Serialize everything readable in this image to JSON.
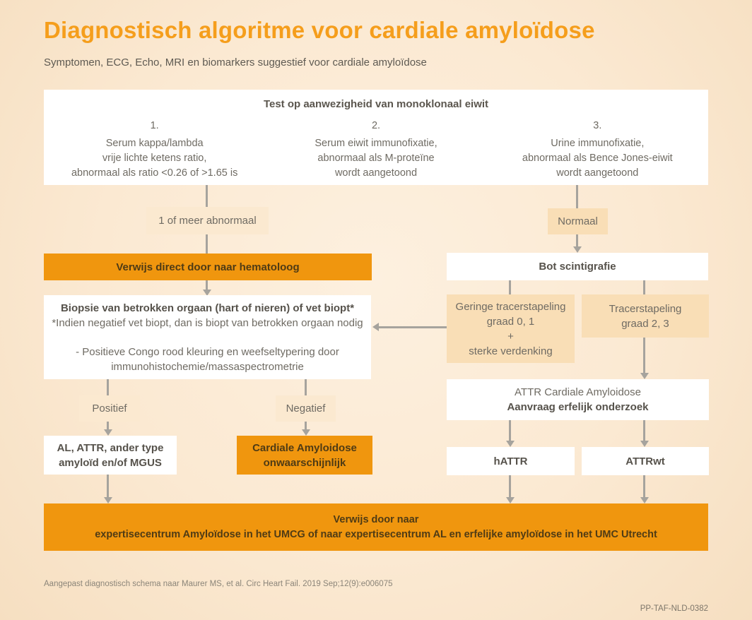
{
  "page": {
    "title": "Diagnostisch algoritme voor cardiale amyloïdose",
    "subtitle": "Symptomen, ECG, Echo, MRI en biomarkers suggestief voor cardiale amyloïdose",
    "footer": "Aangepast diagnostisch schema naar Maurer MS, et al. Circ Heart Fail. 2019 Sep;12(9):e006075",
    "code": "PP-TAF-NLD-0382"
  },
  "colors": {
    "title_orange": "#f59e1c",
    "box_orange": "#f0960e",
    "peach_light": "#fbe9d0",
    "peach": "#f9deb6",
    "background": "#fbe9d2",
    "arrow_gray": "#a6a39d",
    "text_gray": "#6f6b63",
    "text_dark": "#56524b",
    "text_on_orange": "#4f3b15"
  },
  "top_box": {
    "header": "Test op aanwezigheid van monoklonaal eiwit",
    "columns": [
      {
        "num": "1.",
        "lines": [
          "Serum kappa/lambda",
          "vrije lichte ketens ratio,",
          "abnormaal als ratio <0.26 of >1.65 is"
        ]
      },
      {
        "num": "2.",
        "lines": [
          "Serum eiwit immunofixatie,",
          "abnormaal als M-proteïne",
          "wordt aangetoond"
        ]
      },
      {
        "num": "3.",
        "lines": [
          "Urine immunofixatie,",
          "abnormaal als Bence Jones-eiwit",
          "wordt aangetoond"
        ]
      }
    ]
  },
  "nodes": {
    "abnormal_label": "1 of meer abnormaal",
    "normal_label": "Normaal",
    "refer_hematologist": "Verwijs direct door naar hematoloog",
    "biopsy": {
      "title": "Biopsie van betrokken orgaan (hart of nieren) of vet biopt*",
      "note": "*Indien negatief vet biopt, dan is biopt van betrokken orgaan nodig",
      "congo_line1": "- Positieve Congo rood kleuring en weefseltypering door",
      "congo_line2": "immunohistochemie/massaspectrometrie"
    },
    "bone_scintigraphy": "Bot scintigrafie",
    "low_tracer": [
      "Geringe tracerstapeling",
      "graad 0, 1",
      "+",
      "sterke verdenking"
    ],
    "high_tracer": [
      "Tracerstapeling",
      "graad 2, 3"
    ],
    "positive_label": "Positief",
    "negative_label": "Negatief",
    "al_attr": [
      "AL, ATTR, ander type",
      "amyloïd en/of MGUS"
    ],
    "unlikely": [
      "Cardiale Amyloidose",
      "onwaarschijnlijk"
    ],
    "attr_cardiac": {
      "line1": "ATTR Cardiale Amyloidose",
      "line2": "Aanvraag erfelijk onderzoek"
    },
    "hattr": "hATTR",
    "attrwt": "ATTRwt",
    "banner": [
      "Verwijs door naar",
      "expertisecentrum Amyloïdose in het UMCG of naar expertisecentrum AL en erfelijke amyloïdose in het UMC Utrecht"
    ]
  }
}
